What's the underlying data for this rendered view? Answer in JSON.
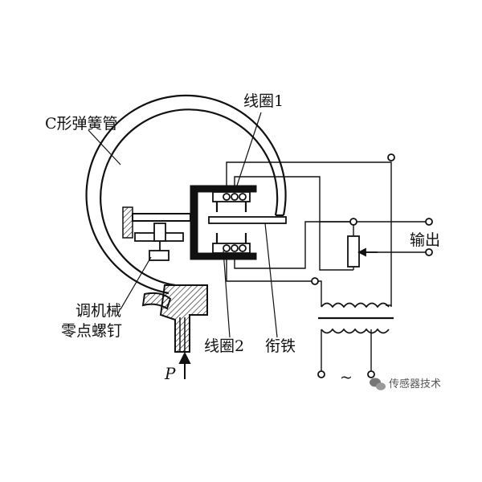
{
  "labels": {
    "c_tube": "C形弹簧管",
    "coil1": "线圈1",
    "coil2": "线圈2",
    "armature": "衔铁",
    "zero_screw_line1": "调机械",
    "zero_screw_line2": "零点螺钉",
    "pressure": "P",
    "output": "输出",
    "ac_source": "~"
  },
  "watermark": {
    "text": "传感器技术",
    "icon": "wechat-icon"
  },
  "colors": {
    "ink": "#111111",
    "background": "#ffffff"
  }
}
